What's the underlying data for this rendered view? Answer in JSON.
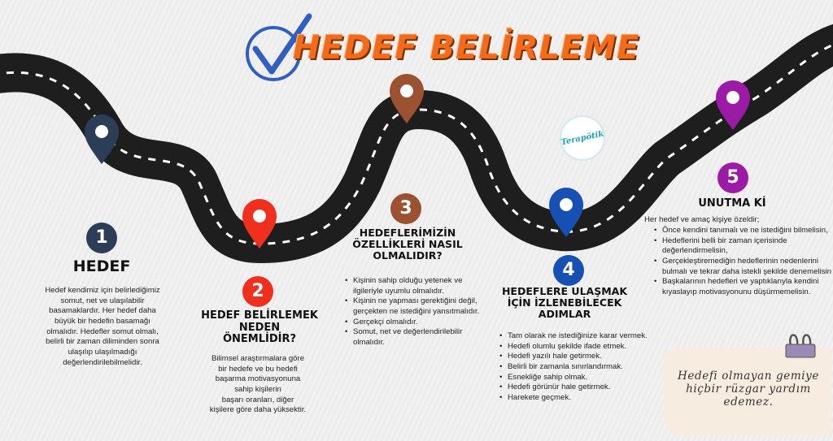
{
  "title": "HEDEF BELİRLEME",
  "logo": "Terapötik",
  "steps": [
    {
      "number": "1",
      "heading": "HEDEF",
      "color": "#2c3e57",
      "text": [
        "Hedef kendimiz için belirlediğimiz",
        "somut, net ve ulaşılabilir",
        "basamaklardır. Her hedef daha",
        "büyük bir hedefin basamağı",
        "olmalıdır. Hedefler somut olmalı,",
        "belirli bir zaman diliminden sonra",
        "ulaşılıp ulaşılmadığı",
        "değerlendirilebilmelidir."
      ]
    },
    {
      "number": "2",
      "heading": [
        "HEDEF BELİRLEMEK",
        "NEDEN",
        "ÖNEMLİDİR?"
      ],
      "color": "#f0301c",
      "text": [
        "Bilimsel araştırmalara göre",
        "bir hedefe ve bu hedefi",
        "başarma motivasyonuna",
        "sahip kişilerin",
        "başarı oranları, diğer",
        "kişilere göre daha yüksektir."
      ]
    },
    {
      "number": "3",
      "heading": [
        "HEDEFLERİMİZİN",
        "ÖZELLİKLERİ NASIL",
        "OLMALIDIR?"
      ],
      "color": "#9c5130",
      "bullets": [
        "Kişinin sahip olduğu yetenek ve ilgileriyle uyumlu olmalıdır.",
        "Kişinin ne yapması gerektiğini değil, gerçekten ne istediğini yansıtmalıdır.",
        "Gerçekçi olmalıdır.",
        "Somut, net ve değerlendirilebilir olmalıdır."
      ]
    },
    {
      "number": "4",
      "heading": [
        "HEDEFLERE ULAŞMAK",
        "İÇİN İZLENEBİLECEK",
        "ADIMLAR"
      ],
      "color": "#1750b4",
      "bullets": [
        "Tam olarak ne istediğinize karar vermek.",
        "Hedefi olumlu şekilde ifade etmek.",
        "Hedefi yazılı hale getirmek.",
        "Belirli bir zamanla sınırlandırmak.",
        "Esnekliğe sahip olmak.",
        "Hedefi görünür hale getirmek.",
        "Harekete geçmek."
      ]
    },
    {
      "number": "5",
      "heading": "UNUTMA Kİ",
      "color": "#9b1aa6",
      "intro": "Her hedef ve amaç kişiye özeldir;",
      "bullets": [
        "Önce kendini tanımalı ve ne istediğini bilmelisin,",
        "Hedeflerini belli bir zaman içerisinde değerlendirmelisin,",
        "Gerçekleştiremediğin hedeflerinin nedenlerini bulmalı ve tekrar daha istekli şekilde denemelisin",
        "Başkalarının hedefleri ve yaptıklarıyla kendini kıyaslayıp motivasyonunu düşürmemelisin."
      ]
    }
  ],
  "quote": [
    "Hedefi olmayan gemiye",
    "hiçbir rüzgar yardım",
    "edemez."
  ]
}
